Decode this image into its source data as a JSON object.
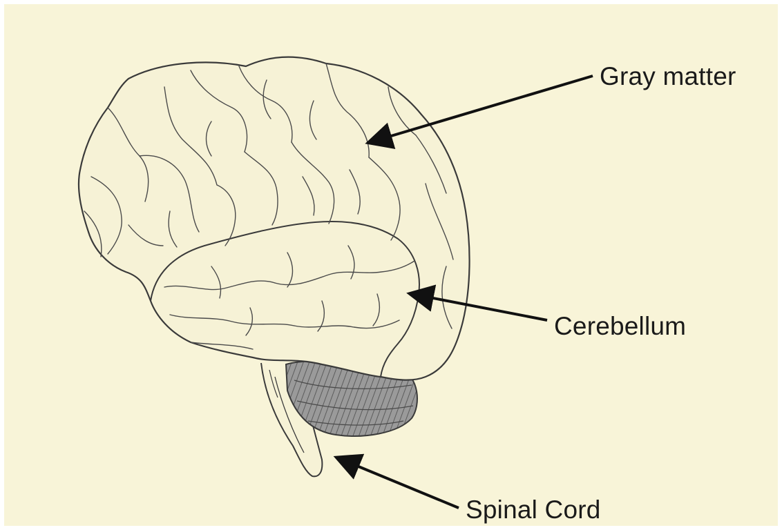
{
  "labels": {
    "gray_matter": "Gray matter",
    "cerebellum": "Cerebellum",
    "spinal_cord": "Spinal Cord"
  },
  "colors": {
    "background": "#f8f4d8",
    "outline": "#3a3a3a",
    "cerebellum_fill": "#8f8f8f",
    "text": "#1a1a1a"
  }
}
